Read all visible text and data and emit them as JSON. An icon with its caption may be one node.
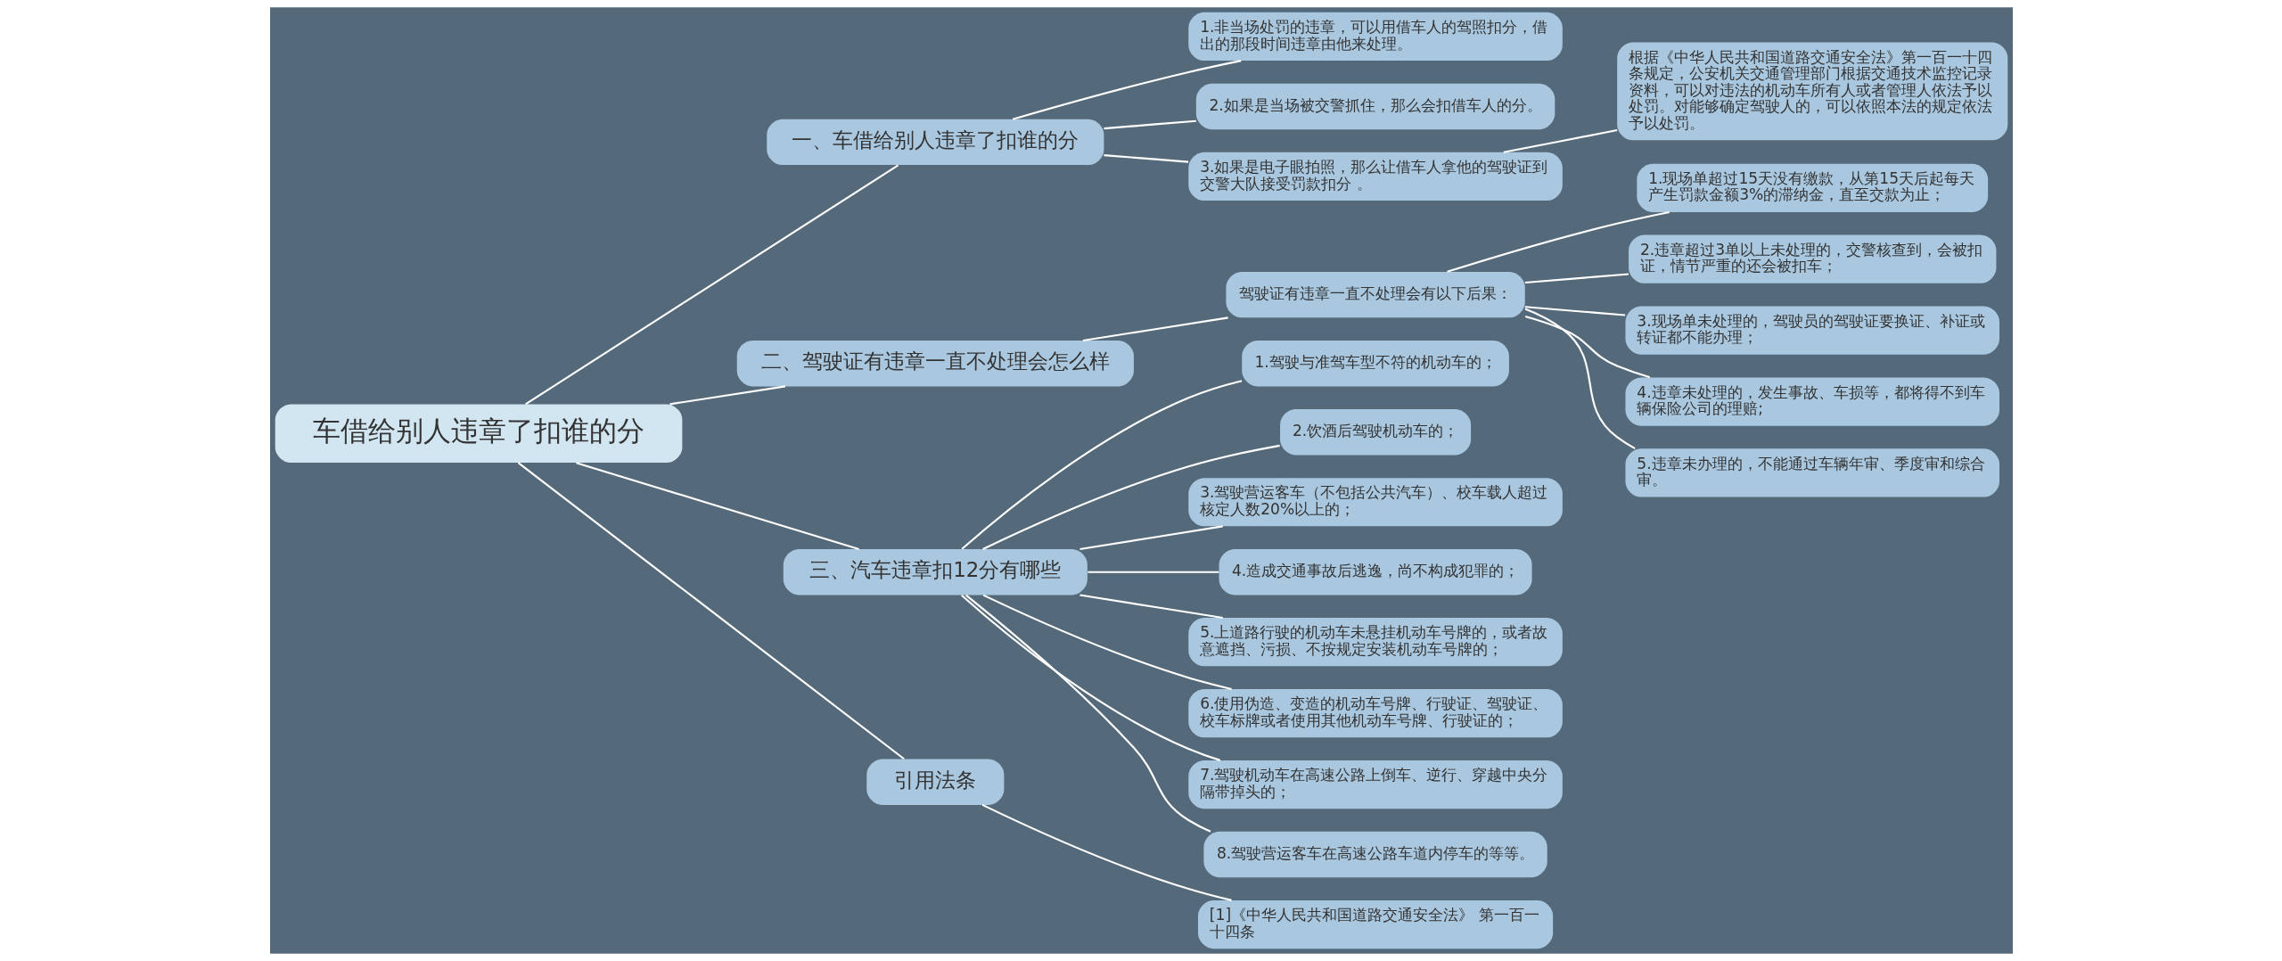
{
  "diagram": {
    "nodes": [
      {
        "text": [
          "车借给别人违章了扣谁的分"
        ]
      },
      {
        "text": [
          "一、车借给别人违章了扣谁的分"
        ]
      },
      {
        "text": [
          "1.非当场处罚的违章，可以用借车人的驾照扣分，借出的那段时间违章由他来处理。"
        ]
      },
      {
        "text": [
          "2.如果是当场被交警抓住，那么会扣借车人的分。"
        ]
      },
      {
        "text": [
          "3.如果是电子眼拍照，那么让借车人拿他的驾驶证到交警大队接受罚款扣分 。"
        ]
      },
      {
        "text": [
          "根据《中华人民共和国道路交通安全法》第一百一十四条规定，公安机关交通管理部门根据交通技术监控记录资料，可以对违法的机动车所有人或者管理人依法予以处罚。对能够确定驾驶人的，可以依照本法的规定依法予以处罚。"
        ]
      },
      {
        "text": [
          "二、驾驶证有违章一直不处理会怎么样"
        ]
      },
      {
        "text": [
          "驾驶证有违章一直不处理会有以下后果："
        ]
      },
      {
        "text": [
          "1.现场单超过15天没有缴款，从第15天后起每天产生罚款金额3%的滞纳金，直至交款为止；"
        ]
      },
      {
        "text": [
          "2.违章超过3单以上未处理的，交警核查到，会被扣证，情节严重的还会被扣车；"
        ]
      },
      {
        "text": [
          "3.现场单未处理的，驾驶员的驾驶证要换证、补证或转证都不能办理；"
        ]
      },
      {
        "text": [
          "4.违章未处理的，发生事故、车损等，都将得不到车辆保险公司的理赔;"
        ]
      },
      {
        "text": [
          "5.违章未办理的，不能通过车辆年审、季度审和综合审。"
        ]
      },
      {
        "text": [
          "三、汽车违章扣12分有哪些"
        ]
      },
      {
        "text": [
          "1.驾驶与准驾车型不符的机动车的；"
        ]
      },
      {
        "text": [
          "2.饮酒后驾驶机动车的；"
        ]
      },
      {
        "text": [
          "3.驾驶营运客车（不包括公共汽车）、校车载人超过核定人数20%以上的；"
        ]
      },
      {
        "text": [
          "4.造成交通事故后逃逸，尚不构成犯罪的；"
        ]
      },
      {
        "text": [
          "5.上道路行驶的机动车未悬挂机动车号牌的，或者故意遮挡、污损、不按规定安装机动车号牌的；"
        ]
      },
      {
        "text": [
          "6.使用伪造、变造的机动车号牌、行驶证、驾驶证、校车标牌或者使用其他机动车号牌、行驶证的；"
        ]
      },
      {
        "text": [
          "7.驾驶机动车在高速公路上倒车、逆行、穿越中央分隔带掉头的；"
        ]
      },
      {
        "text": [
          "8.驾驶营运客车在高速公路车道内停车的等等。"
        ]
      },
      {
        "text": [
          "引用法条"
        ]
      },
      {
        "text": [
          "[1]《中华人民共和国道路交通安全法》 第一百一十四条"
        ]
      }
    ],
    "edges": [
      {
        "from": 0,
        "to": 1,
        "arrow": "none"
      },
      {
        "from": 1,
        "to": 2,
        "arrow": "none"
      },
      {
        "from": 1,
        "to": 3,
        "arrow": "none"
      },
      {
        "from": 1,
        "to": 4,
        "arrow": "none"
      },
      {
        "from": 4,
        "to": 5,
        "arrow": "none"
      },
      {
        "from": 0,
        "to": 6,
        "arrow": "none"
      },
      {
        "from": 6,
        "to": 7,
        "arrow": "none"
      },
      {
        "from": 7,
        "to": 8,
        "arrow": "none"
      },
      {
        "from": 7,
        "to": 9,
        "arrow": "none"
      },
      {
        "from": 7,
        "to": 10,
        "arrow": "none"
      },
      {
        "from": 7,
        "to": 11,
        "arrow": "none"
      },
      {
        "from": 7,
        "to": 12,
        "arrow": "none"
      },
      {
        "from": 0,
        "to": 13,
        "arrow": "none"
      },
      {
        "from": 13,
        "to": 14,
        "arrow": "none"
      },
      {
        "from": 13,
        "to": 15,
        "arrow": "none"
      },
      {
        "from": 13,
        "to": 16,
        "arrow": "none"
      },
      {
        "from": 13,
        "to": 17,
        "arrow": "none"
      },
      {
        "from": 13,
        "to": 18,
        "arrow": "none"
      },
      {
        "from": 13,
        "to": 19,
        "arrow": "none"
      },
      {
        "from": 13,
        "to": 20,
        "arrow": "none"
      },
      {
        "from": 13,
        "to": 21,
        "arrow": "none"
      },
      {
        "from": 0,
        "to": 22,
        "arrow": "none"
      },
      {
        "from": 22,
        "to": 23,
        "arrow": "none"
      }
    ]
  }
}
